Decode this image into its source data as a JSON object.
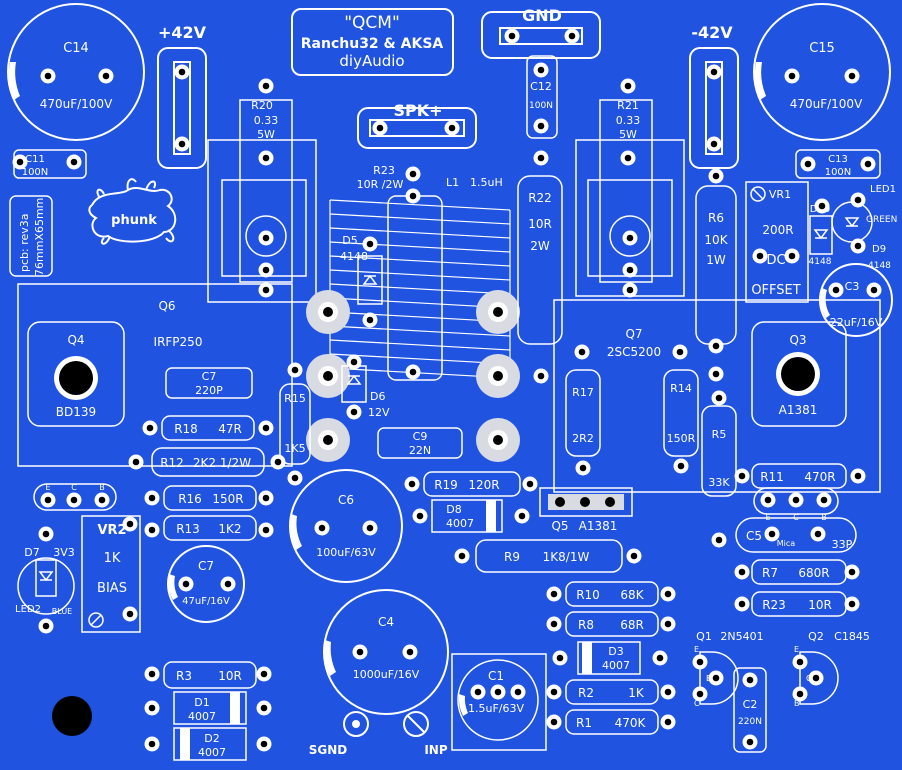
{
  "title": {
    "line1": "\"QCM\"",
    "line2": "Ranchu32 & AKSA",
    "line3": "diyAudio"
  },
  "rails": {
    "pos": "+42V",
    "neg": "-42V",
    "gnd": "GND",
    "spk": "SPK+"
  },
  "pcb_note": {
    "line1": "pcb: rev3a",
    "line2": "76mmX65mm"
  },
  "logo": "phunk",
  "io": {
    "sgnd": "SGND",
    "inp": "INP"
  },
  "transistor_pins": {
    "e": "E",
    "c": "C",
    "b": "B"
  },
  "caps": {
    "c14": {
      "name": "C14",
      "value": "470uF/100V"
    },
    "c15": {
      "name": "C15",
      "value": "470uF/100V"
    },
    "c11": {
      "name": "C11",
      "value": "100N"
    },
    "c13": {
      "name": "C13",
      "value": "100N"
    },
    "c12": {
      "name": "C12",
      "value": "100N"
    },
    "c7a": {
      "name": "C7",
      "value": "220P"
    },
    "c9": {
      "name": "C9",
      "value": "22N"
    },
    "c6": {
      "name": "C6",
      "value": "100uF/63V"
    },
    "c7b": {
      "name": "C7",
      "value": "47uF/16V"
    },
    "c4": {
      "name": "C4",
      "value": "1000uF/16V"
    },
    "c1": {
      "name": "C1",
      "value": "1.5uF/63V"
    },
    "c3": {
      "name": "C3",
      "value": "22uF/16V"
    },
    "c5": {
      "name": "C5",
      "mica": "Mica",
      "value": "33P"
    },
    "c2": {
      "name": "C2",
      "value": "220N"
    }
  },
  "resistors": {
    "r20": {
      "name": "R20",
      "v1": "0.33",
      "v2": "5W"
    },
    "r21": {
      "name": "R21",
      "v1": "0.33",
      "v2": "5W"
    },
    "r23top": {
      "name": "R23",
      "value": "10R /2W"
    },
    "r22": {
      "name": "R22",
      "v1": "10R",
      "v2": "2W"
    },
    "r6": {
      "name": "R6",
      "v1": "10K",
      "v2": "1W"
    },
    "r18": {
      "name": "R18",
      "value": "47R"
    },
    "r12": {
      "name": "R12",
      "value": "2K2 1/2W"
    },
    "r16": {
      "name": "R16",
      "value": "150R"
    },
    "r13": {
      "name": "R13",
      "value": "1K2"
    },
    "r15": {
      "name": "R15",
      "value": "1K5"
    },
    "r19": {
      "name": "R19",
      "value": "120R"
    },
    "r17": {
      "name": "R17",
      "value": "2R2"
    },
    "r14": {
      "name": "R14",
      "value": "150R"
    },
    "r5": {
      "name": "R5",
      "value": "33K"
    },
    "r11": {
      "name": "R11",
      "value": "470R"
    },
    "r9": {
      "name": "R9",
      "value": "1K8/1W"
    },
    "r7": {
      "name": "R7",
      "value": "680R"
    },
    "r23": {
      "name": "R23",
      "value": "10R"
    },
    "r10": {
      "name": "R10",
      "value": "68K"
    },
    "r8": {
      "name": "R8",
      "value": "68R"
    },
    "r2": {
      "name": "R2",
      "value": "1K"
    },
    "r1": {
      "name": "R1",
      "value": "470K"
    },
    "r3": {
      "name": "R3",
      "value": "10R"
    }
  },
  "diodes": {
    "d5": {
      "name": "D5",
      "value": "4148"
    },
    "d6": {
      "name": "D6",
      "value": "12V"
    },
    "d8": {
      "name": "D8",
      "value": "4007"
    },
    "d3": {
      "name": "D3",
      "value": "4007"
    },
    "d1": {
      "name": "D1",
      "value": "4007"
    },
    "d2": {
      "name": "D2",
      "value": "4007"
    },
    "d10": {
      "name": "D10",
      "value": "4148"
    },
    "d9": {
      "name": "D9",
      "value": "4148"
    },
    "d7": {
      "name": "D7",
      "value": "3V3"
    },
    "led1": {
      "name": "LED1",
      "value": "GREEN"
    },
    "led2": {
      "name": "LED2",
      "value": "BLUE"
    }
  },
  "inductor": {
    "name": "L1",
    "value": "1.5uH"
  },
  "transistors": {
    "q6": {
      "name": "Q6",
      "value": "IRFP250"
    },
    "q4": {
      "name": "Q4",
      "value": "BD139"
    },
    "q7": {
      "name": "Q7",
      "value": "2SC5200"
    },
    "q3": {
      "name": "Q3",
      "value": "A1381"
    },
    "q5": {
      "name": "Q5",
      "value": "A1381"
    },
    "q1": {
      "name": "Q1",
      "value": "2N5401"
    },
    "q2": {
      "name": "Q2",
      "value": "C1845"
    }
  },
  "trimmers": {
    "vr1": {
      "name": "VR1",
      "value": "200R",
      "l1": "DC",
      "l2": "OFFSET"
    },
    "vr2": {
      "name": "VR2",
      "value": "1K",
      "label": "BIAS"
    }
  },
  "colors": {
    "board": "#1f53e0",
    "silk": "#ffffff",
    "pad": "#cfd4dc",
    "hole": "#000000"
  }
}
